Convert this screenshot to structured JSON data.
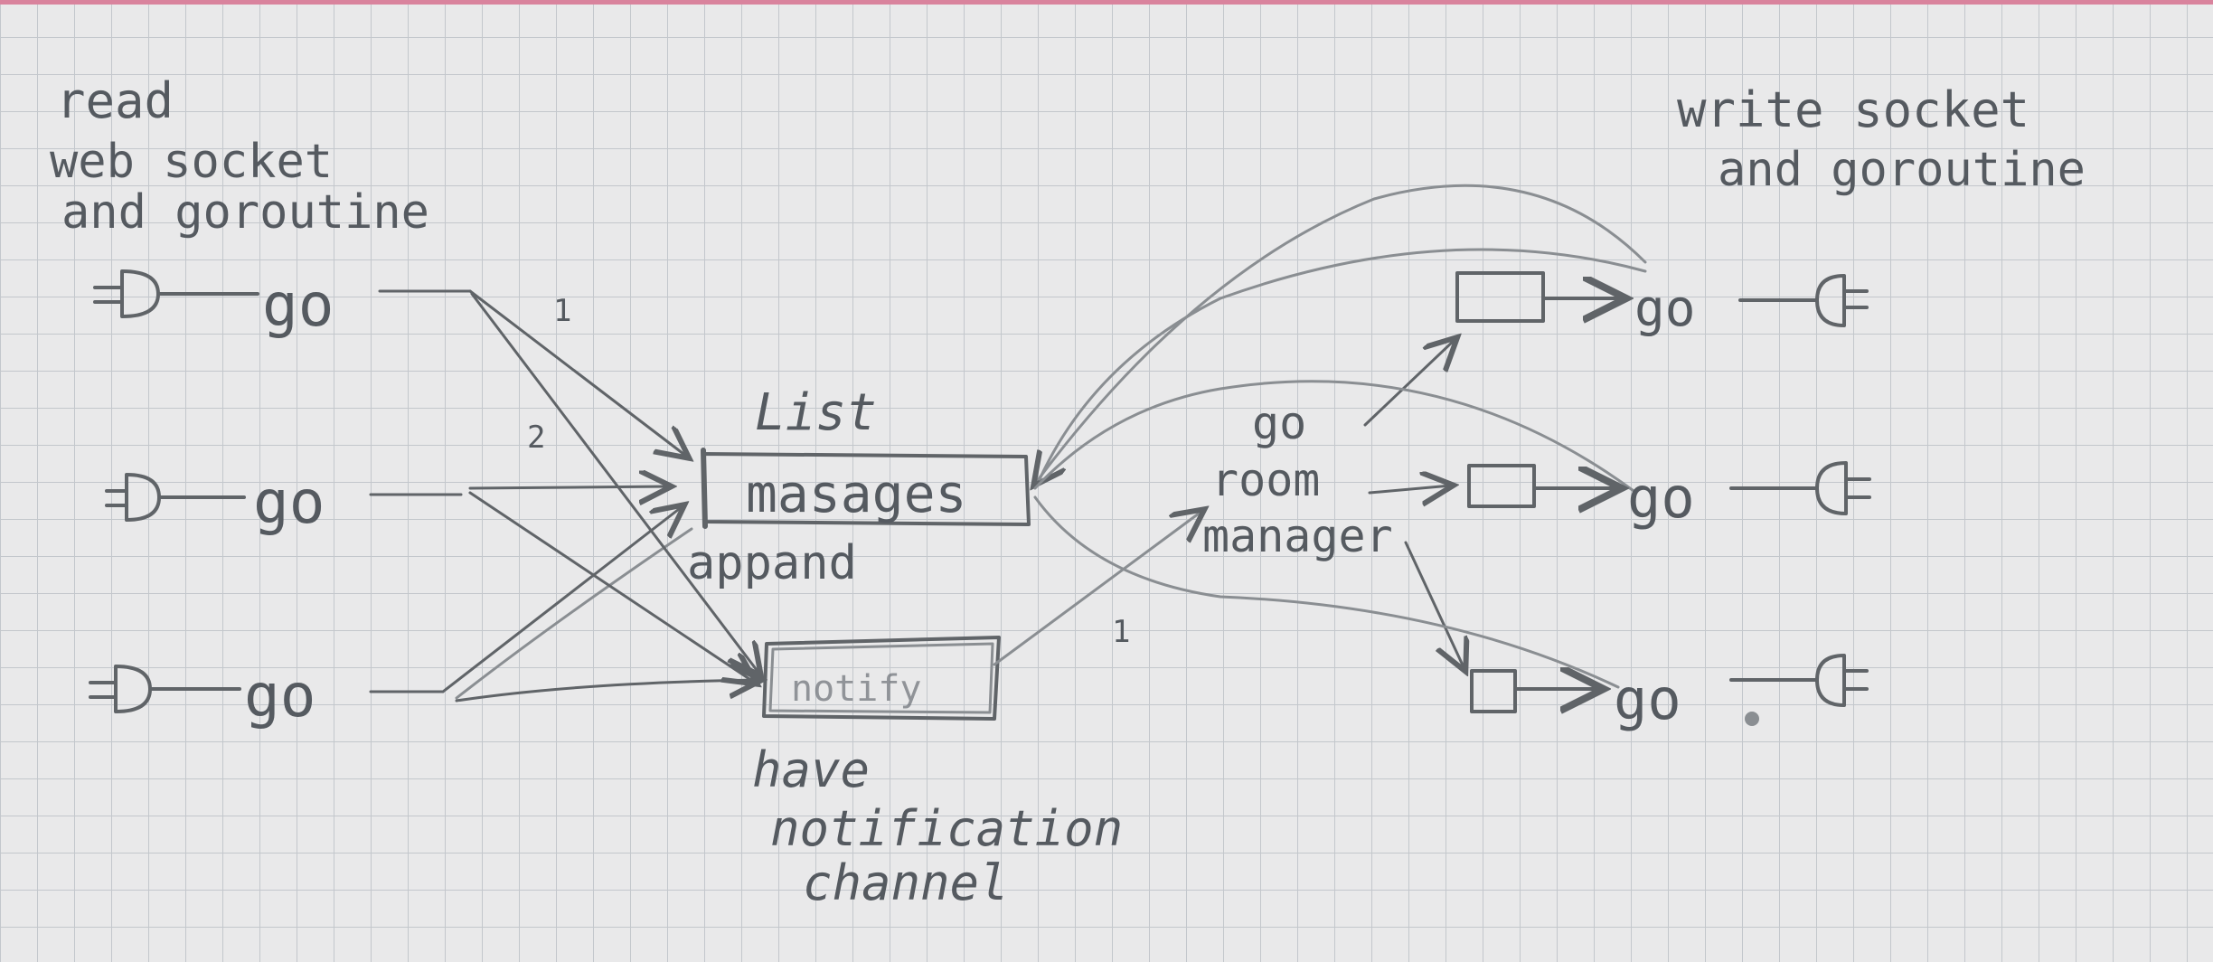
{
  "left_label": {
    "line1": "read",
    "line2": "web socket",
    "line3": "and goroutine"
  },
  "right_label": {
    "line1": "write socket",
    "line2": "and goroutine"
  },
  "reader_goroutines": [
    "go",
    "go",
    "go"
  ],
  "writer_goroutines": [
    "go",
    "go",
    "go"
  ],
  "edge_numbers": {
    "top_arrow": "1",
    "mid_arrow": "2",
    "notify_arrow": "1"
  },
  "list_box": {
    "title": "List",
    "label": "masages",
    "caption": "appand"
  },
  "notify_box": {
    "label": "notify",
    "caption_line1": "have",
    "caption_line2": "notification",
    "caption_line3": "channel"
  },
  "room_manager": {
    "line1": "go",
    "line2": "room",
    "line3": "manager"
  },
  "colors": {
    "paper": "#e9e9ea",
    "grid": "#c3c7cc",
    "pencil": "#555a60",
    "top_edge": "#d9839d"
  }
}
